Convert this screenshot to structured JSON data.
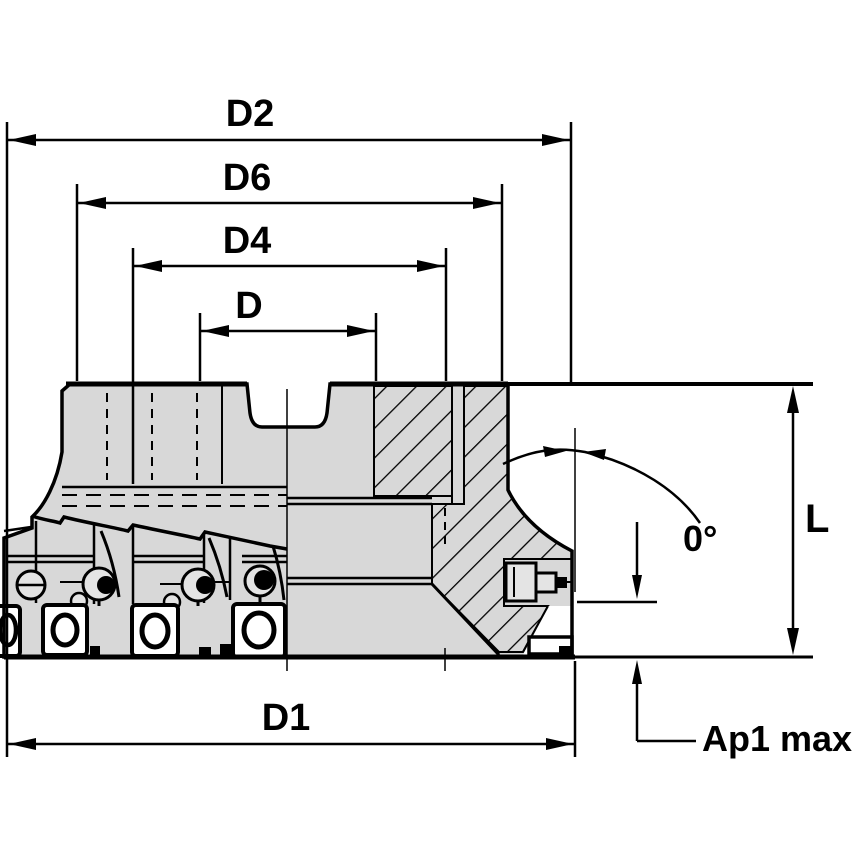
{
  "drawing": {
    "title": "Face mill cutter cross-section technical drawing",
    "colors": {
      "background": "#ffffff",
      "line": "#000000",
      "body_fill": "#d8d8d8",
      "screw_fill": "#e4e4e4",
      "insert_fill": "#ffffff"
    },
    "labels": {
      "d2": "D2",
      "d6": "D6",
      "d4": "D4",
      "d": "D",
      "d1": "D1",
      "length": "L",
      "angle": "0°",
      "ap1": "Ap1 max"
    }
  }
}
